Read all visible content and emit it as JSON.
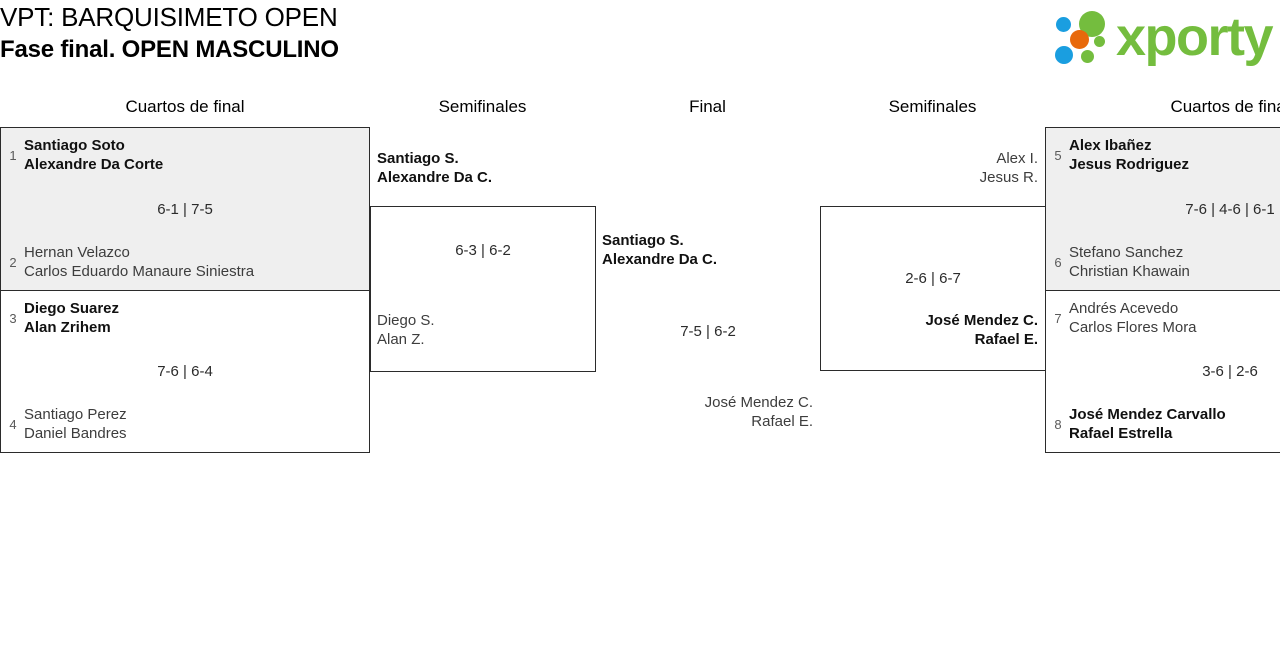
{
  "header": {
    "title_line1": "VPT: BARQUISIMETO OPEN",
    "title_line2": "Fase final. OPEN MASCULINO",
    "logo_word": "xporty"
  },
  "rounds": {
    "qf_left": "Cuartos de final",
    "sf_left": "Semifinales",
    "final": "Final",
    "sf_right": "Semifinales",
    "qf_right": "Cuartos de final"
  },
  "colors": {
    "logo_green": "#74bd3e",
    "logo_blue": "#1a9ee0",
    "logo_orange": "#e8690b",
    "box_border": "#2b2b2b",
    "box_gray": "#efefef"
  },
  "quarterfinals_left": [
    {
      "score": "6-1 | 7-5",
      "top": {
        "seed": "1",
        "player1": "Santiago Soto",
        "player2": "Alexandre Da Corte",
        "result": "winner"
      },
      "bottom": {
        "seed": "2",
        "player1": "Hernan Velazco",
        "player2": "Carlos Eduardo Manaure Siniestra",
        "result": "loser"
      }
    },
    {
      "score": "7-6 | 6-4",
      "top": {
        "seed": "3",
        "player1": "Diego Suarez",
        "player2": "Alan Zrihem",
        "result": "winner"
      },
      "bottom": {
        "seed": "4",
        "player1": "Santiago Perez",
        "player2": "Daniel Bandres",
        "result": "loser"
      }
    }
  ],
  "quarterfinals_right": [
    {
      "score": "7-6 | 4-6 | 6-1",
      "top": {
        "seed": "5",
        "player1": "Alex Ibañez",
        "player2": "Jesus Rodriguez",
        "result": "winner"
      },
      "bottom": {
        "seed": "6",
        "player1": "Stefano Sanchez",
        "player2": "Christian Khawain",
        "result": "loser"
      }
    },
    {
      "score": "3-6 | 2-6",
      "top": {
        "seed": "7",
        "player1": "Andrés Acevedo",
        "player2": "Carlos Flores Mora",
        "result": "loser"
      },
      "bottom": {
        "seed": "8",
        "player1": "José Mendez Carvallo",
        "player2": "Rafael Estrella",
        "result": "winner"
      }
    }
  ],
  "semifinal_left": {
    "score": "6-3 | 6-2",
    "top": {
      "player1": "Santiago S.",
      "player2": "Alexandre Da C.",
      "result": "winner"
    },
    "bottom": {
      "player1": "Diego S.",
      "player2": "Alan Z.",
      "result": "loser"
    }
  },
  "semifinal_right": {
    "score": "2-6 | 6-7",
    "top": {
      "player1": "Alex I.",
      "player2": "Jesus R.",
      "result": "loser"
    },
    "bottom": {
      "player1": "José Mendez C.",
      "player2": "Rafael E.",
      "result": "winner"
    }
  },
  "final": {
    "score": "7-5 | 6-2",
    "top": {
      "player1": "Santiago S.",
      "player2": "Alexandre Da C.",
      "result": "winner"
    },
    "bottom": {
      "player1": "José Mendez C.",
      "player2": "Rafael E.",
      "result": "loser"
    }
  }
}
